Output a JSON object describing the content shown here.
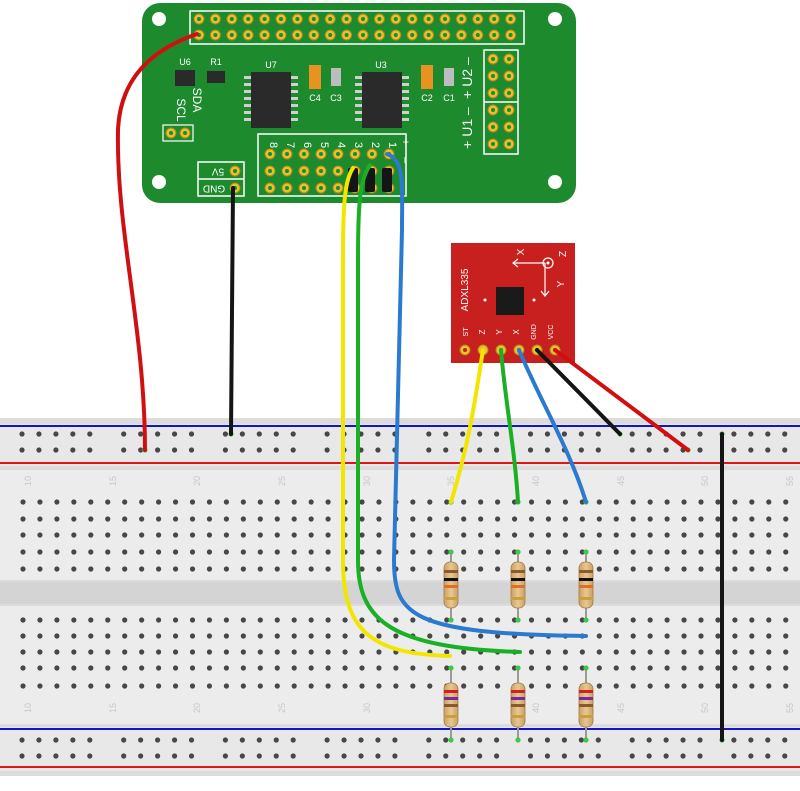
{
  "pcb": {
    "labels": {
      "u6": "U6",
      "r1": "R1",
      "u7": "U7",
      "u3": "U3",
      "c4": "C4",
      "c3": "C3",
      "c2": "C2",
      "c1": "C1",
      "sda": "SDA",
      "scl": "SCL",
      "u1": "+ U1 –",
      "u2": "+ U2 –",
      "v5": "5V",
      "gnd": "GND",
      "ch1": "1",
      "ch2": "2",
      "ch3": "3",
      "ch4": "4",
      "ch5": "5",
      "ch6": "6",
      "ch7": "7",
      "ch8": "8",
      "plus": "+",
      "minus": "–"
    }
  },
  "sensor": {
    "name": "ADXL335",
    "axis_x": "X",
    "axis_y": "Y",
    "axis_z": "Z",
    "pins": [
      "ST",
      "Z",
      "Y",
      "X",
      "GND",
      "VCC"
    ]
  },
  "breadboard": {
    "column_numbers": [
      "10",
      "15",
      "20",
      "25",
      "30",
      "35",
      "40",
      "45",
      "50",
      "55"
    ]
  },
  "colors": {
    "pcb": "#1e8a2e",
    "sensor": "#c8201e",
    "wire_red": "#d01010",
    "wire_black": "#151515",
    "wire_yellow": "#f2e600",
    "wire_green": "#19b024",
    "wire_blue": "#2a7ad0",
    "rail_blue": "#1515c8",
    "rail_red": "#e01515"
  }
}
